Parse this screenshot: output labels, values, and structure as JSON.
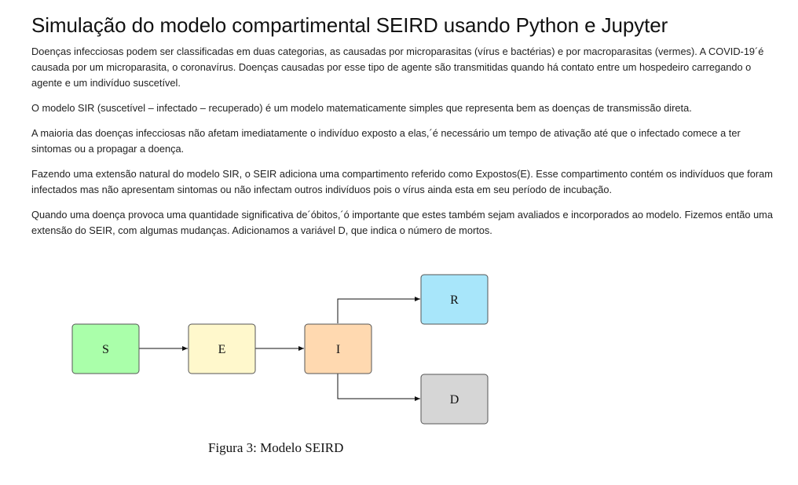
{
  "title": "Simulação do modelo compartimental SEIRD usando Python e Jupyter",
  "paragraphs": [
    "Doenças infecciosas podem ser classificadas em duas categorias, as causadas por microparasitas (vírus e bactérias) e por macroparasitas (vermes). A COVID-19´é causada por um microparasita, o coronavírus. Doenças causadas por esse tipo de agente são transmitidas quando há contato entre um hospedeiro carregando o agente e um indivíduo suscetível.",
    "O modelo SIR (suscetível – infectado – recuperado) é um modelo matematicamente simples que representa bem as doenças de transmissão direta.",
    "A maioria das doenças infecciosas não afetam imediatamente o indivíduo exposto a elas,´é necessário um tempo de ativação até que o infectado comece a ter sintomas ou a propagar a doença.",
    "Fazendo uma extensão natural do modelo SIR, o SEIR adiciona uma compartimento referido como Expostos(E). Esse compartimento contém os indivíduos que foram infectados mas não apresentam sintomas ou não infectam outros indivíduos pois o vírus ainda esta em seu período de incubação.",
    "Quando uma doença provoca uma quantidade significativa de´óbitos,´ó importante que estes também sejam avaliados e incorporados ao modelo. Fizemos então uma extensão do SEIR, com algumas mudanças. Adicionamos a variável D, que indica o número de mortos."
  ],
  "figure": {
    "caption": "Figura 3: Modelo SEIRD",
    "nodes": [
      {
        "id": "S",
        "label": "S",
        "color": "#aaffaa"
      },
      {
        "id": "E",
        "label": "E",
        "color": "#fff8cc"
      },
      {
        "id": "I",
        "label": "I",
        "color": "#ffd9b0"
      },
      {
        "id": "R",
        "label": "R",
        "color": "#a8e6fa"
      },
      {
        "id": "D",
        "label": "D",
        "color": "#d6d6d6"
      }
    ]
  }
}
